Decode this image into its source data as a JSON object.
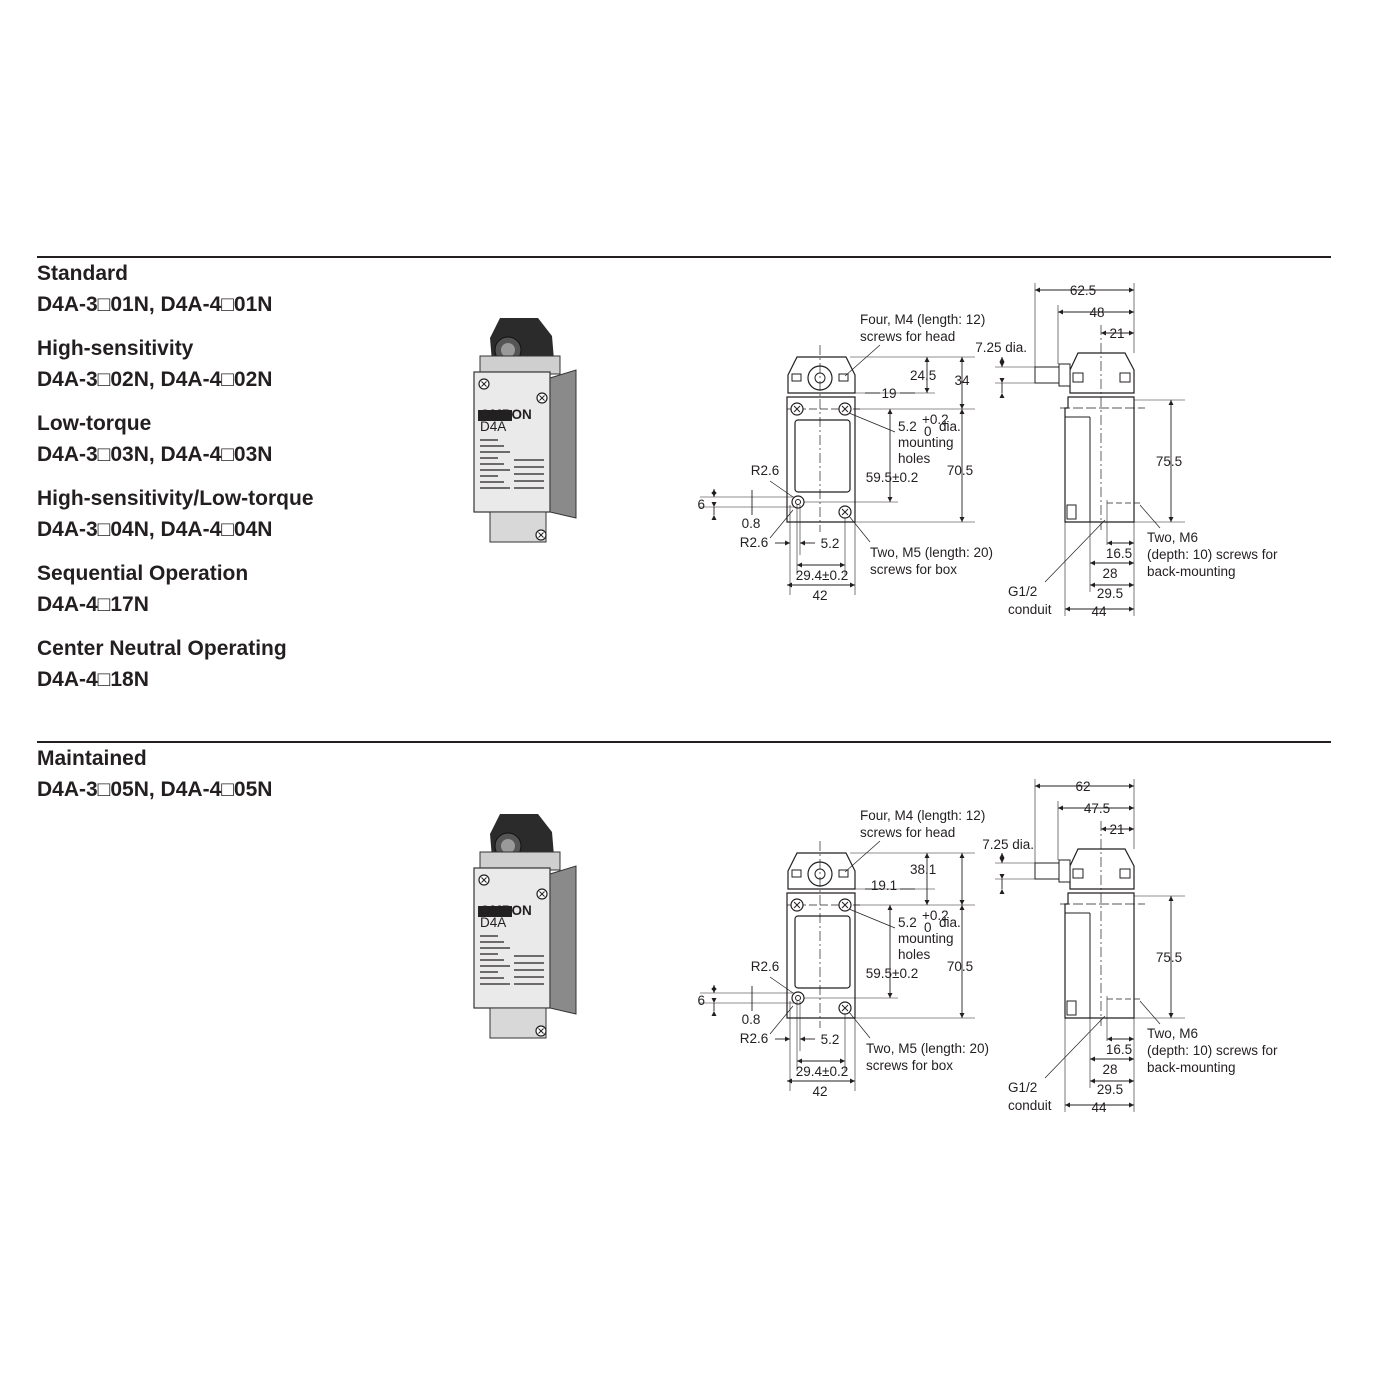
{
  "sections": [
    {
      "variants": [
        {
          "name": "Standard",
          "models": "D4A-3□01N, D4A-4□01N"
        },
        {
          "name": "High-sensitivity",
          "models": "D4A-3□02N, D4A-4□02N"
        },
        {
          "name": "Low-torque",
          "models": "D4A-3□03N, D4A-4□03N"
        },
        {
          "name": "High-sensitivity/Low-torque",
          "models": "D4A-3□04N, D4A-4□04N"
        },
        {
          "name": "Sequential Operation",
          "models": "D4A-4□17N"
        },
        {
          "name": "Center Neutral Operating",
          "models": "D4A-4□18N"
        }
      ],
      "photo": {
        "brand": "OMRON",
        "model": "D4A"
      },
      "dims": {
        "head_screws": [
          "Four, M4 (length: 12)",
          "screws for head"
        ],
        "shaft_dia": "7.25 dia.",
        "head_a": "24.5",
        "head_b": "34",
        "head_c": "19",
        "holes": [
          "5.2",
          "+0.2",
          "0",
          "dia.",
          "mounting",
          "holes"
        ],
        "hole_pitch": "59.5±0.2",
        "body_h": "70.5",
        "r_top": "R2.6",
        "six": "6",
        "zero8": "0.8",
        "r_bot": "R2.6",
        "w52": "5.2",
        "box_screws": [
          "Two, M5 (length: 20)",
          "screws for box"
        ],
        "w294": "29.4±0.2",
        "w42": "42",
        "side_625": "62.5",
        "side_48": "48",
        "side_21": "21",
        "side_755": "75.5",
        "back_screws": [
          "Two, M6",
          "(depth: 10) screws for",
          "back-mounting"
        ],
        "d165": "16.5",
        "d28": "28",
        "d295": "29.5",
        "d44": "44",
        "conduit": [
          "G1/2",
          "conduit"
        ]
      }
    },
    {
      "variants": [
        {
          "name": "Maintained",
          "models": "D4A-3□05N, D4A-4□05N"
        }
      ],
      "photo": {
        "brand": "OMRON",
        "model": "D4A"
      },
      "dims": {
        "head_screws": [
          "Four, M4 (length: 12)",
          "screws for head"
        ],
        "shaft_dia": "7.25 dia.",
        "head_a": "",
        "head_b": "38.1",
        "head_c": "19.1",
        "holes": [
          "5.2",
          "+0.2",
          "0",
          "dia.",
          "mounting",
          "holes"
        ],
        "hole_pitch": "59.5±0.2",
        "body_h": "70.5",
        "r_top": "R2.6",
        "six": "6",
        "zero8": "0.8",
        "r_bot": "R2.6",
        "w52": "5.2",
        "box_screws": [
          "Two, M5 (length: 20)",
          "screws for box"
        ],
        "w294": "29.4±0.2",
        "w42": "42",
        "side_625": "62",
        "side_48": "47.5",
        "side_21": "21",
        "side_755": "75.5",
        "back_screws": [
          "Two, M6",
          "(depth: 10) screws for",
          "back-mounting"
        ],
        "d165": "16.5",
        "d28": "28",
        "d295": "29.5",
        "d44": "44",
        "conduit": [
          "G1/2",
          "conduit"
        ]
      }
    }
  ]
}
